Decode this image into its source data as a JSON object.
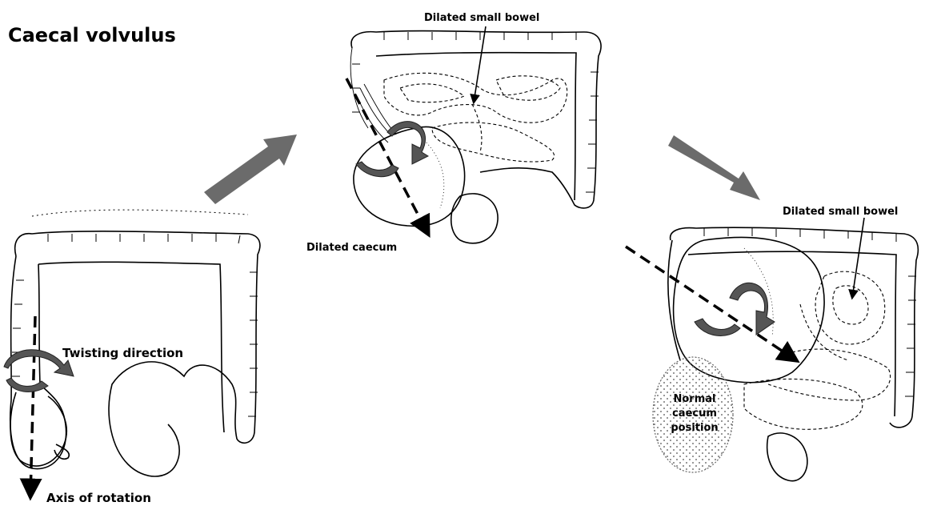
{
  "title": "Caecal volvulus",
  "labels": {
    "twisting_direction": "Twisting direction",
    "axis_of_rotation": "Axis of rotation",
    "dilated_small_bowel_top": "Dilated small bowel",
    "dilated_caecum": "Dilated caecum",
    "dilated_small_bowel_right": "Dilated small bowel",
    "normal_caecum_position_1": "Normal",
    "normal_caecum_position_2": "caecum",
    "normal_caecum_position_3": "position"
  },
  "colors": {
    "line": "#000000",
    "arrow_fill": "#6b6b6b",
    "twist_arrow_fill": "#555555",
    "dots": "#777777"
  },
  "icons": {
    "progress_arrows": "block-arrow",
    "twist_arrows": "curved-arrow"
  }
}
